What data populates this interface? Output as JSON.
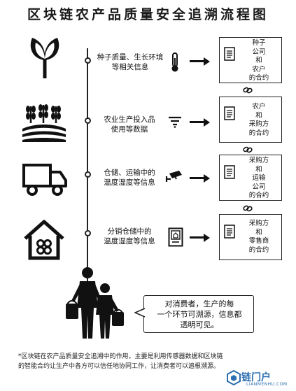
{
  "title": "区块链农产品质量安全追溯流程图",
  "stages": [
    {
      "text_lines": [
        "种子质量、生长环境",
        "等相关信息"
      ],
      "contract_lines": [
        "种子",
        "公司",
        "和",
        "农户",
        "的合约"
      ],
      "icon": "plant-sprout-icon",
      "sensor": "thermometer-icon"
    },
    {
      "text_lines": [
        "农业生产投入品",
        "使用等数据"
      ],
      "contract_lines": [
        "农户",
        "和",
        "采购方",
        "的合约"
      ],
      "icon": "wheat-field-icon",
      "sensor": "filter-sensor-icon"
    },
    {
      "text_lines": [
        "仓储、运输中的",
        "温度湿度等信息"
      ],
      "contract_lines": [
        "采购方",
        "和",
        "运输",
        "公司",
        "的合约"
      ],
      "icon": "truck-icon",
      "sensor": "camera-sensor-icon"
    },
    {
      "text_lines": [
        "分销仓储中的",
        "温度湿度等信息"
      ],
      "contract_lines": [
        "采购方",
        "和",
        "零售商",
        "的合约"
      ],
      "icon": "house-icon",
      "sensor": "monitor-sensor-icon"
    }
  ],
  "consumer_lines": [
    "对消费者，生产的每",
    "一个环节可溯源，信息都",
    "透明可见。"
  ],
  "footnote_lines": [
    "*区块链在农产品质量安全追溯中的作用，主要是利用传感器数据和区块链",
    "的智能合约让生产中各方可以信任地协同工作，让消费者可以追根溯源。"
  ],
  "watermark": "链门户",
  "watermark_sub": "LIANMENHU.COM"
}
